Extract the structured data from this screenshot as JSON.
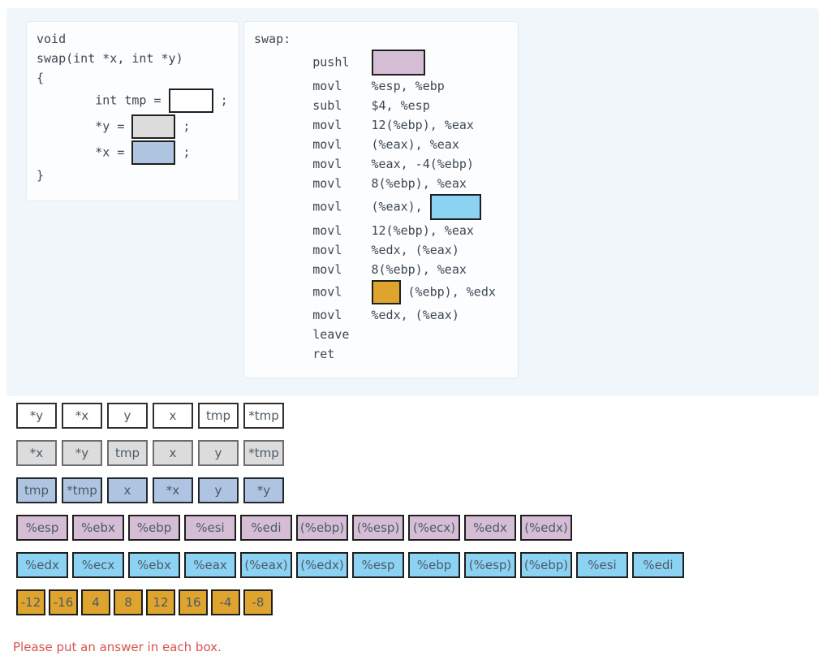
{
  "c_code": {
    "lines": [
      {
        "text": "void"
      },
      {
        "text": "swap(int *x, int *y)"
      },
      {
        "text": "{"
      },
      {
        "pre": "        int tmp = ",
        "post": " ;"
      },
      {
        "pre": "        *y = ",
        "post": " ;"
      },
      {
        "pre": "        *x = ",
        "post": " ;"
      },
      {
        "text": "}"
      }
    ]
  },
  "asm": {
    "lines": [
      {
        "text": "swap:"
      },
      {
        "pre": "        pushl   "
      },
      {
        "text": "        movl    %esp, %ebp"
      },
      {
        "text": "        subl    $4, %esp"
      },
      {
        "text": "        movl    12(%ebp), %eax"
      },
      {
        "text": "        movl    (%eax), %eax"
      },
      {
        "text": "        movl    %eax, -4(%ebp)"
      },
      {
        "text": "        movl    8(%ebp), %eax"
      },
      {
        "pre": "        movl    (%eax), "
      },
      {
        "text": "        movl    12(%ebp), %eax"
      },
      {
        "text": "        movl    %edx, (%eax)"
      },
      {
        "text": "        movl    8(%ebp), %eax"
      },
      {
        "pre": "        movl    ",
        "post": " (%ebp), %edx"
      },
      {
        "text": "        movl    %edx, (%eax)"
      },
      {
        "text": "        leave"
      },
      {
        "text": "        ret"
      }
    ]
  },
  "tile_rows": [
    {
      "style": "white",
      "items": [
        "*y",
        "*x",
        "y",
        "x",
        "tmp",
        "*tmp"
      ]
    },
    {
      "style": "gray",
      "items": [
        "*x",
        "*y",
        "tmp",
        "x",
        "y",
        "*tmp"
      ]
    },
    {
      "style": "steel",
      "items": [
        "tmp",
        "*tmp",
        "x",
        "*x",
        "y",
        "*y"
      ]
    },
    {
      "style": "pink",
      "items": [
        "%esp",
        "%ebx",
        "%ebp",
        "%esi",
        "%edi",
        "(%ebp)",
        "(%esp)",
        "(%ecx)",
        "%edx",
        "(%edx)"
      ]
    },
    {
      "style": "sky",
      "items": [
        "%edx",
        "%ecx",
        "%ebx",
        "%eax",
        "(%eax)",
        "(%edx)",
        "%esp",
        "%ebp",
        "(%esp)",
        "(%ebp)",
        "%esi",
        "%edi"
      ]
    },
    {
      "style": "orange",
      "items": [
        "-12",
        "-16",
        "4",
        "8",
        "12",
        "16",
        "-4",
        "-8"
      ]
    }
  ],
  "footer": {
    "message": "Please put an answer in each box."
  },
  "colors": {
    "panel_bg": "#f1f6fa",
    "drop_pink": "#d6bdd6",
    "drop_steel_blue": "#aec4e0",
    "drop_sky_blue": "#8cd2f3",
    "drop_orange": "#dfa42d",
    "drop_gray": "#dcdcdc",
    "error_red": "#d9534f"
  }
}
